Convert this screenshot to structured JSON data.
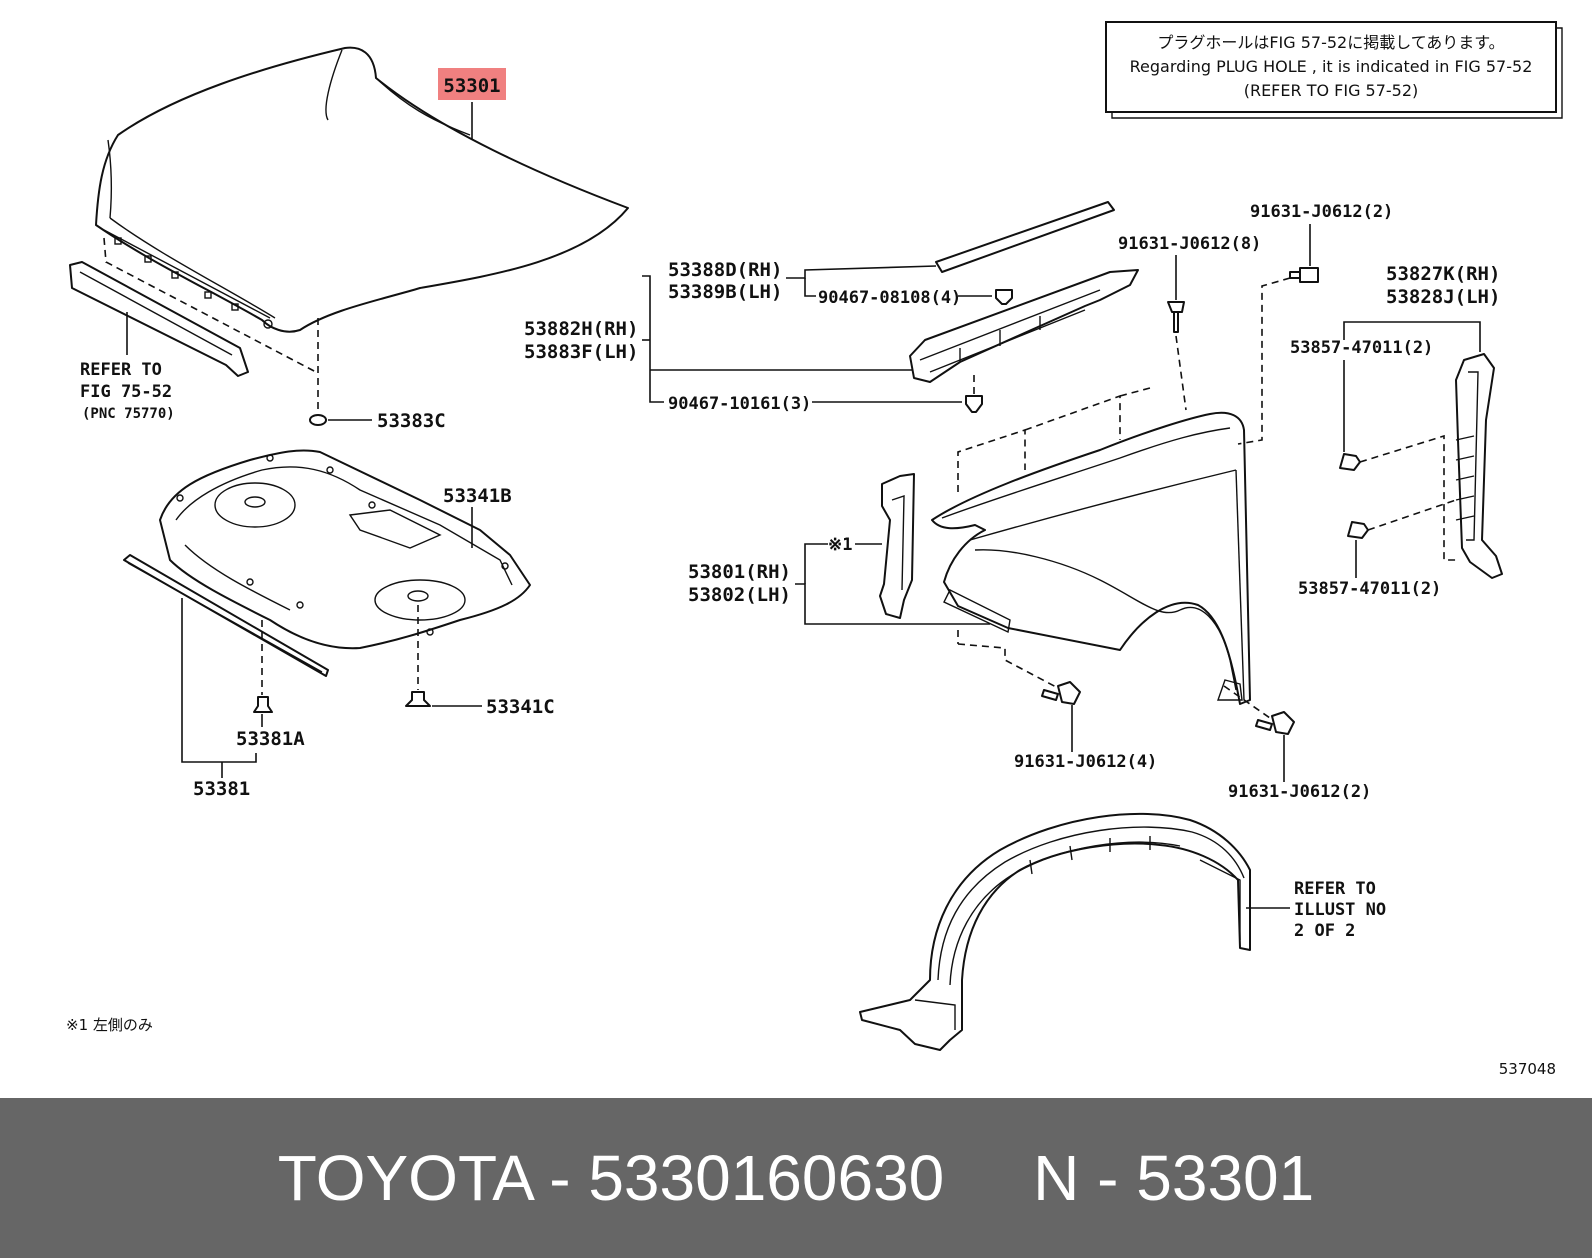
{
  "notice": {
    "line1": "プラグホールはFIG 57-52に掲載してあります。",
    "line2": "Regarding PLUG HOLE , it is indicated in FIG 57-52",
    "line3": "(REFER TO FIG 57-52)"
  },
  "labels": {
    "hood": "53301",
    "hood_refer_1": "REFER TO",
    "hood_refer_2": "FIG 75-52",
    "hood_refer_3": "(PNC 75770)",
    "cushion": "53383C",
    "insulator": "53341B",
    "seal": "53381",
    "seal_clip": "53381A",
    "insulator_clip": "53341C",
    "seal_upper_rh": "53388D(RH)",
    "seal_upper_lh": "53389B(LH)",
    "clip_upper": "90467-08108(4)",
    "protector_rh": "53882H(RH)",
    "protector_lh": "53883F(LH)",
    "clip_lower": "90467-10161(3)",
    "bolt_a": "91631-J0612(8)",
    "bolt_b": "91631-J0612(2)",
    "shield_rh": "53827K(RH)",
    "shield_lh": "53828J(LH)",
    "shield_clip_a": "53857-47011(2)",
    "shield_clip_b": "53857-47011(2)",
    "brace_mark": "※1",
    "brace_rh": "53801(RH)",
    "brace_lh": "53802(LH)",
    "bolt_c": "91631-J0612(4)",
    "bolt_d": "91631-J0612(2)",
    "liner_refer_1": "REFER TO",
    "liner_refer_2": "ILLUST NO",
    "liner_refer_3": "2 OF 2",
    "footnote": "※1 左側のみ",
    "illustration_no": "537048"
  },
  "footer": {
    "text": "TOYOTA - 5330160630     N - 53301"
  },
  "colors": {
    "highlight": "#f08080",
    "footer_bg": "#666666",
    "footer_text": "#ffffff"
  }
}
